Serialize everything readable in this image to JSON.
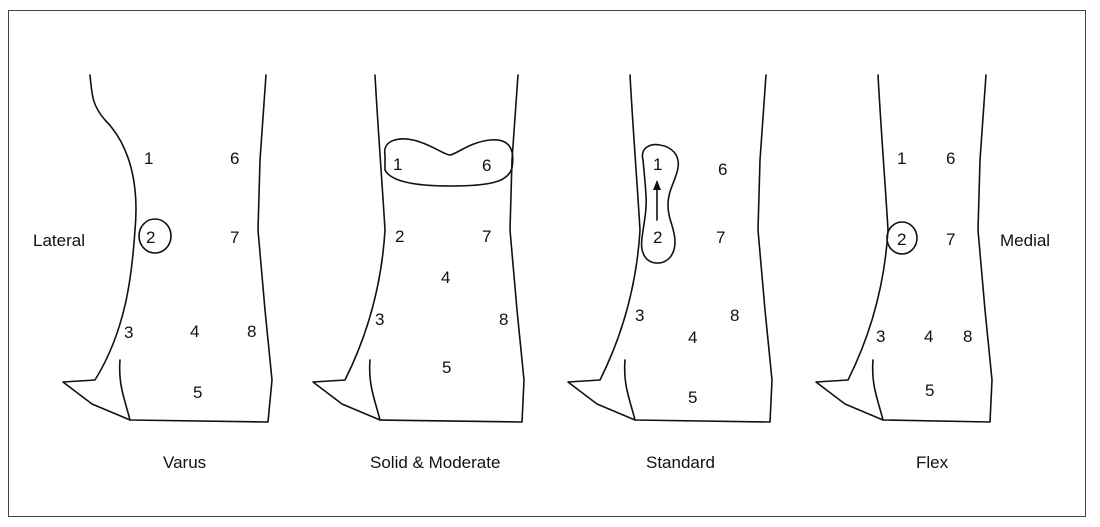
{
  "side_labels": {
    "lateral": "Lateral",
    "medial": "Medial"
  },
  "panels": [
    {
      "caption": "Varus",
      "numbers": [
        "1",
        "2",
        "3",
        "4",
        "5",
        "6",
        "7",
        "8"
      ]
    },
    {
      "caption": "Solid & Moderate",
      "numbers": [
        "1",
        "2",
        "3",
        "4",
        "5",
        "6",
        "7",
        "8"
      ]
    },
    {
      "caption": "Standard",
      "numbers": [
        "1",
        "2",
        "3",
        "4",
        "5",
        "6",
        "7",
        "8"
      ]
    },
    {
      "caption": "Flex",
      "numbers": [
        "1",
        "2",
        "3",
        "4",
        "5",
        "6",
        "7",
        "8"
      ]
    }
  ]
}
